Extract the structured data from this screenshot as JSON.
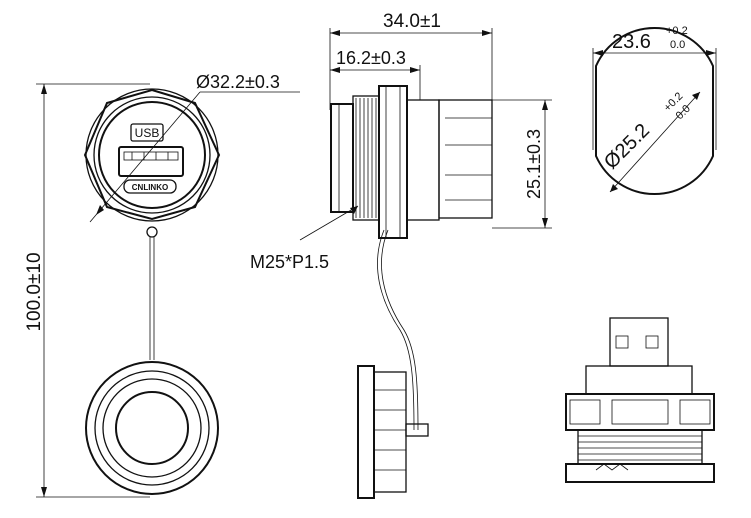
{
  "dimensions": {
    "total_length": "100.0±10",
    "flange_diameter": "Ø32.2±0.3",
    "body_length": "34.0±1",
    "front_length": "16.2±0.3",
    "height": "25.1±0.3",
    "thread": "M25*P1.5",
    "panel_flat": {
      "base": "23.6",
      "sup": "+0.2",
      "sub": "0.0"
    },
    "panel_hole": {
      "base": "Ø25.2",
      "sup": "+0.2",
      "sub": "0.0"
    }
  },
  "labels": {
    "port_label": "USB",
    "brand_logo": "CNLINKO"
  }
}
